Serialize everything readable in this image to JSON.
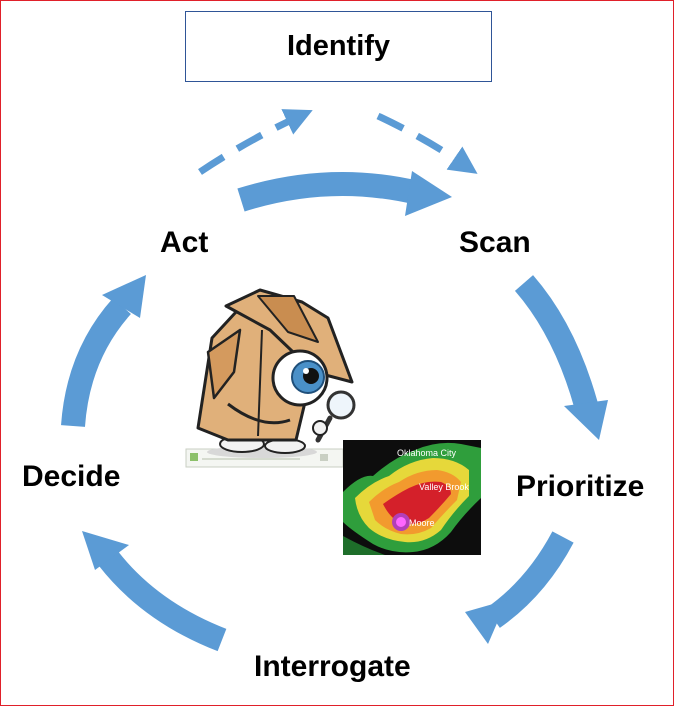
{
  "title_box": {
    "label": "Identify"
  },
  "steps": [
    "Act",
    "Scan",
    "Prioritize",
    "Interrogate",
    "Decide"
  ],
  "radar": {
    "cities": [
      "Oklahoma City",
      "Valley Brook",
      "Moore"
    ]
  },
  "colors": {
    "arrow": "#5b9bd5",
    "frame": "#e0202a",
    "box_border": "#2f5597",
    "character": "#e0b07a"
  },
  "icons": [
    "detective-eye-icon",
    "magnifying-glass-icon",
    "radar-image"
  ]
}
